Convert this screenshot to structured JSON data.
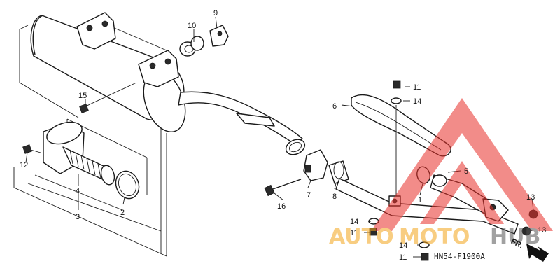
{
  "callouts": {
    "c1": "1",
    "c2": "2",
    "c3": "3",
    "c4": "4",
    "c5": "5",
    "c6": "6",
    "c7": "7",
    "c8": "8",
    "c9": "9",
    "c10": "10",
    "c11a": "11",
    "c11b": "11",
    "c11c": "11",
    "c12": "12",
    "c13a": "13",
    "c13b": "13",
    "c14a": "14",
    "c14b": "14",
    "c14c": "14",
    "c15": "15",
    "c16": "16"
  },
  "front_marker": "FR.",
  "diagram_code": "HN54-F1900A",
  "watermark": {
    "part1": "AUTO",
    "part2": "MOTO",
    "part3": "HUB",
    "color_red": "#e8302a",
    "color_yellow": "#f4a51c",
    "color_grey": "#555555"
  }
}
